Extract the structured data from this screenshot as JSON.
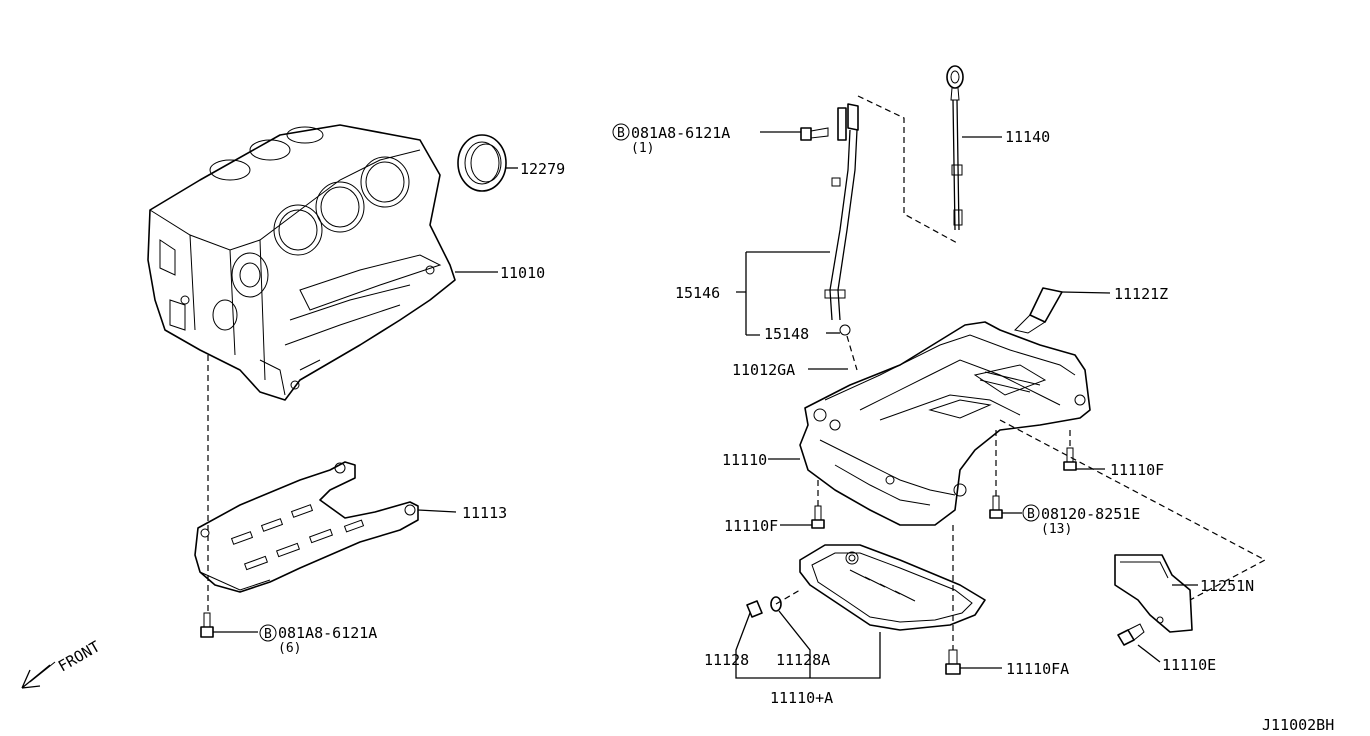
{
  "labels": {
    "p12279": "12279",
    "p11010": "11010",
    "p11113": "11113",
    "bolt_left": "081A8-6121A",
    "bolt_left_qty": "(6)",
    "front": "FRONT",
    "bolt_top": "081A8-6121A",
    "bolt_top_qty": "(1)",
    "p11140": "11140",
    "p15146": "15146",
    "p15148": "15148",
    "p11012GA": "11012GA",
    "p11121Z": "11121Z",
    "p11110": "11110",
    "p11110F_right": "11110F",
    "p11110F_left": "11110F",
    "bolt_right": "08120-8251E",
    "bolt_right_qty": "(13)",
    "p11251N": "11251N",
    "p11128": "11128",
    "p11128A": "11128A",
    "p11110A": "11110+A",
    "p11110FA": "11110FA",
    "p11110E": "11110E",
    "b_marker": "B",
    "diagram_code": "J11002BH"
  },
  "colors": {
    "line": "#000000",
    "background": "#ffffff"
  }
}
